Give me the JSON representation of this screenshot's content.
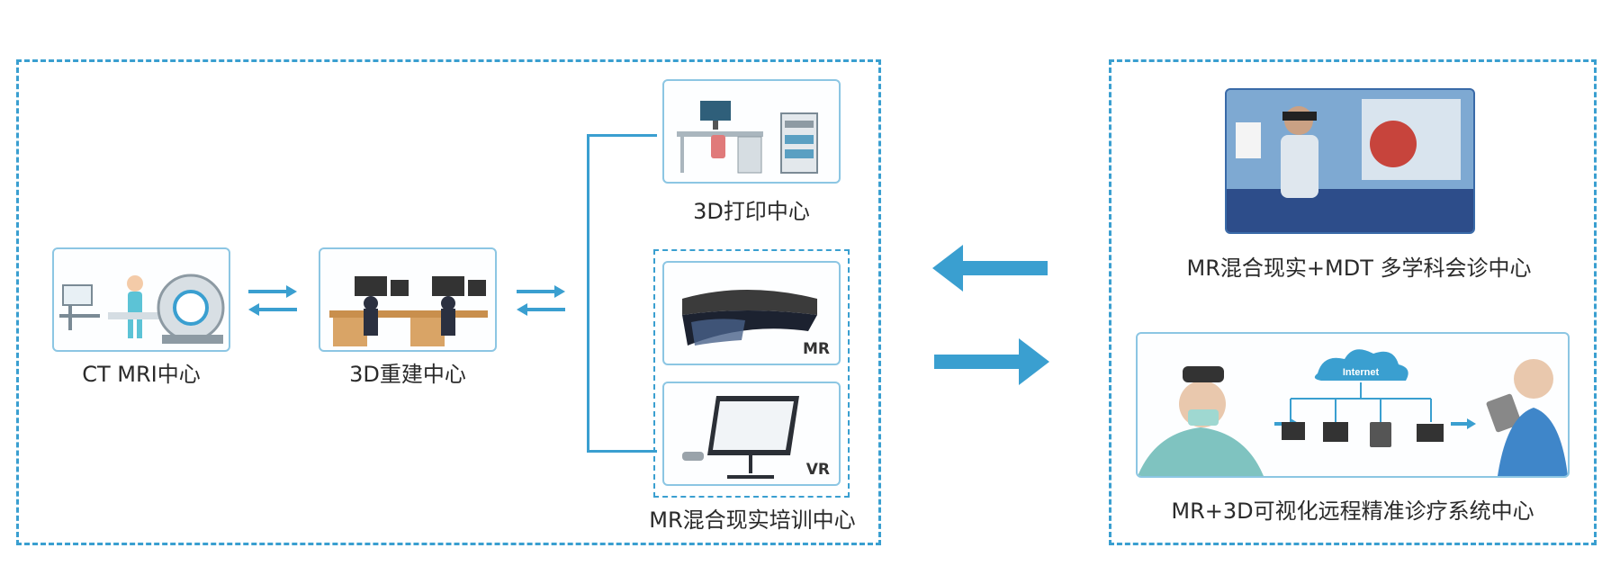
{
  "left_group": {
    "ct_mri": {
      "label": "CT  MRI中心"
    },
    "reconstruction": {
      "label": "3D重建中心"
    },
    "printing": {
      "label": "3D打印中心"
    },
    "mr_training": {
      "label": "MR混合现实培训中心",
      "mr_tag": "MR",
      "vr_tag": "VR"
    }
  },
  "right_group": {
    "mdt": {
      "label": "MR混合现实+MDT 多学科会诊中心"
    },
    "remote": {
      "label": "MR+3D可视化远程精准诊疗系统中心",
      "cloud_text": "Internet"
    }
  },
  "colors": {
    "accent": "#3a9fd0",
    "card_border": "#8cc6e3"
  }
}
